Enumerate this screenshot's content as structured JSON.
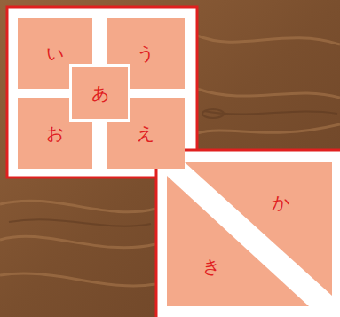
{
  "diagram": {
    "nodes": [
      {
        "text": [
          "い"
        ]
      },
      {
        "text": [
          "う"
        ]
      },
      {
        "text": [
          "あ"
        ]
      },
      {
        "text": [
          "お"
        ]
      },
      {
        "text": [
          "え"
        ]
      },
      {
        "text": [
          "か"
        ]
      },
      {
        "text": [
          "き"
        ]
      }
    ]
  }
}
